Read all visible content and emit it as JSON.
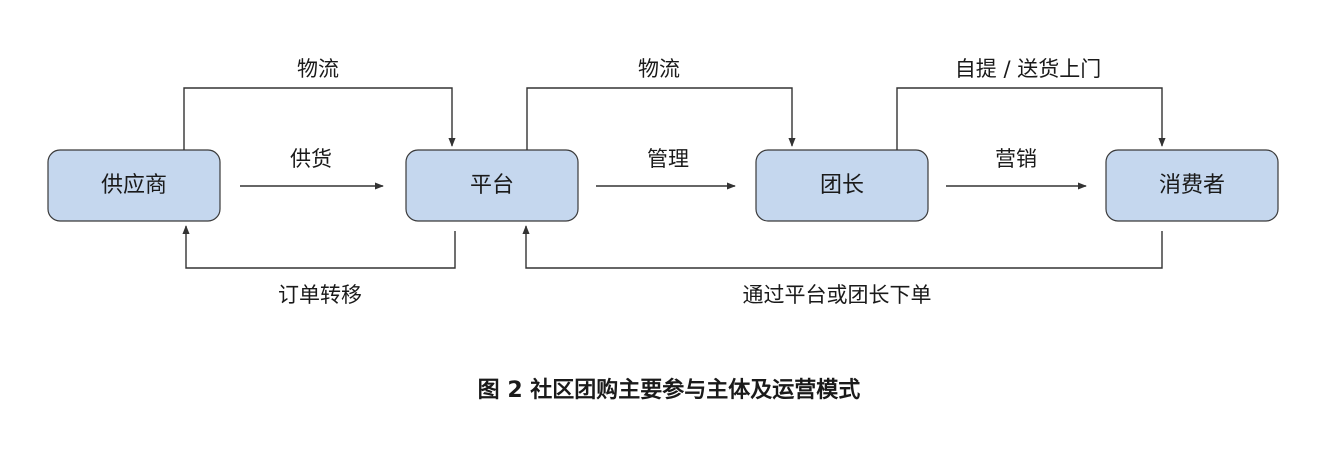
{
  "nodes": {
    "supplier": "供应商",
    "platform": "平台",
    "leader": "团长",
    "consumer": "消费者"
  },
  "edges": {
    "logistics_1": "物流",
    "logistics_2": "物流",
    "pickup_delivery": "自提 / 送货上门",
    "supply": "供货",
    "manage": "管理",
    "marketing": "营销",
    "order_transfer": "订单转移",
    "order_via": "通过平台或团长下单"
  },
  "caption": "图 2  社区团购主要参与主体及运营模式",
  "colors": {
    "node_fill": "#c5d7ee",
    "stroke": "#333333"
  }
}
